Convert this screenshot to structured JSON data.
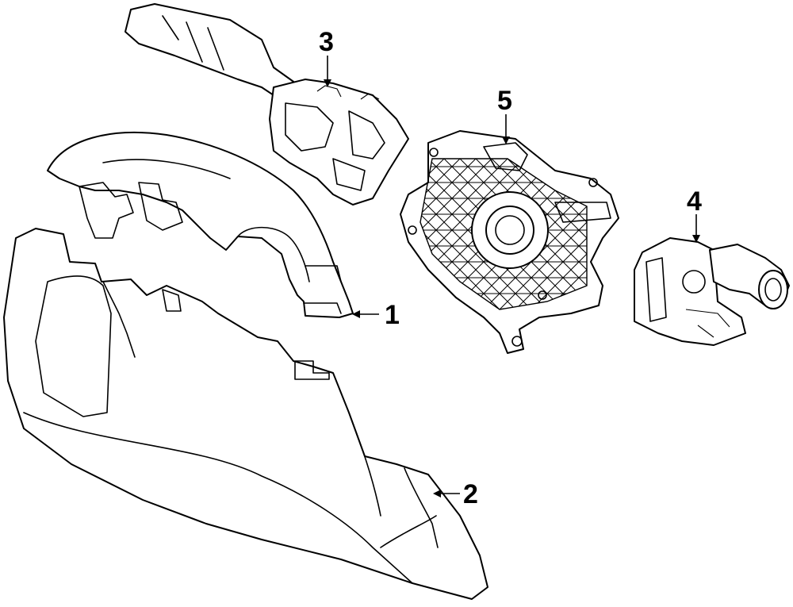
{
  "callouts": [
    {
      "id": "1",
      "label": "1",
      "part": "lower-steering-column-cover"
    },
    {
      "id": "2",
      "label": "2",
      "part": "lower-column-shroud"
    },
    {
      "id": "3",
      "label": "3",
      "part": "wiper-switch"
    },
    {
      "id": "4",
      "label": "4",
      "part": "turn-signal-switch"
    },
    {
      "id": "5",
      "label": "5",
      "part": "clock-spring-assembly"
    }
  ],
  "colors": {
    "line": "#000000",
    "background": "#ffffff"
  }
}
